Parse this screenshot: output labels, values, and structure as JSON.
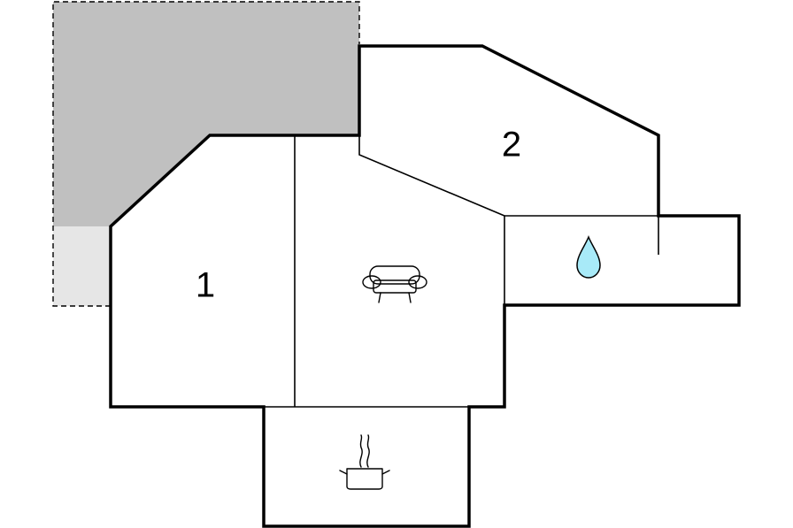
{
  "floorplan": {
    "rooms": [
      {
        "id": "bedroom-1",
        "label": "1"
      },
      {
        "id": "bedroom-2",
        "label": "2"
      }
    ],
    "icons": [
      {
        "room": "living-room",
        "icon": "sofa-icon"
      },
      {
        "room": "bathroom",
        "icon": "water-drop-icon"
      },
      {
        "room": "kitchen",
        "icon": "cooking-pot-icon"
      }
    ],
    "colors": {
      "wall": "#000000",
      "terrace": "#c0c0c0",
      "terrace_light": "#e6e6e6",
      "water_drop": "#a8eaf8",
      "background": "#ffffff"
    }
  }
}
